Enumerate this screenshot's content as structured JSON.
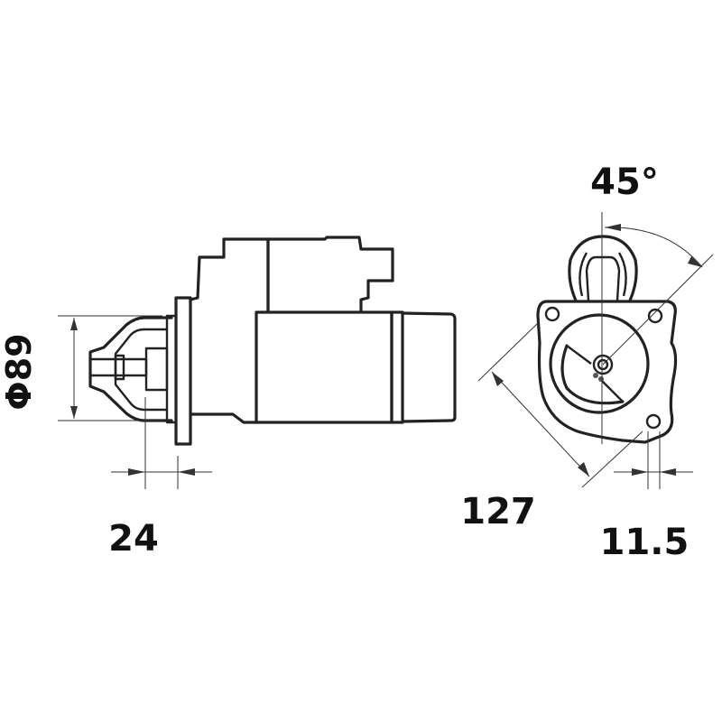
{
  "diagram": {
    "subject": "starter motor dimension drawing",
    "views": [
      "side-view",
      "front-view"
    ],
    "dimensions": {
      "diameter": {
        "label": "Φ89",
        "value": 89,
        "unit": "mm"
      },
      "pinion_offset": {
        "label": "24",
        "value": 24,
        "unit": "mm"
      },
      "bolt_spacing": {
        "label": "127",
        "value": 127,
        "unit": "mm"
      },
      "bolt_hole": {
        "label": "11.5",
        "value": 11.5,
        "unit": "mm"
      },
      "angle": {
        "label": "45°",
        "value": 45,
        "unit": "deg"
      }
    },
    "colors": {
      "line": "#222222",
      "background": "#ffffff"
    }
  }
}
